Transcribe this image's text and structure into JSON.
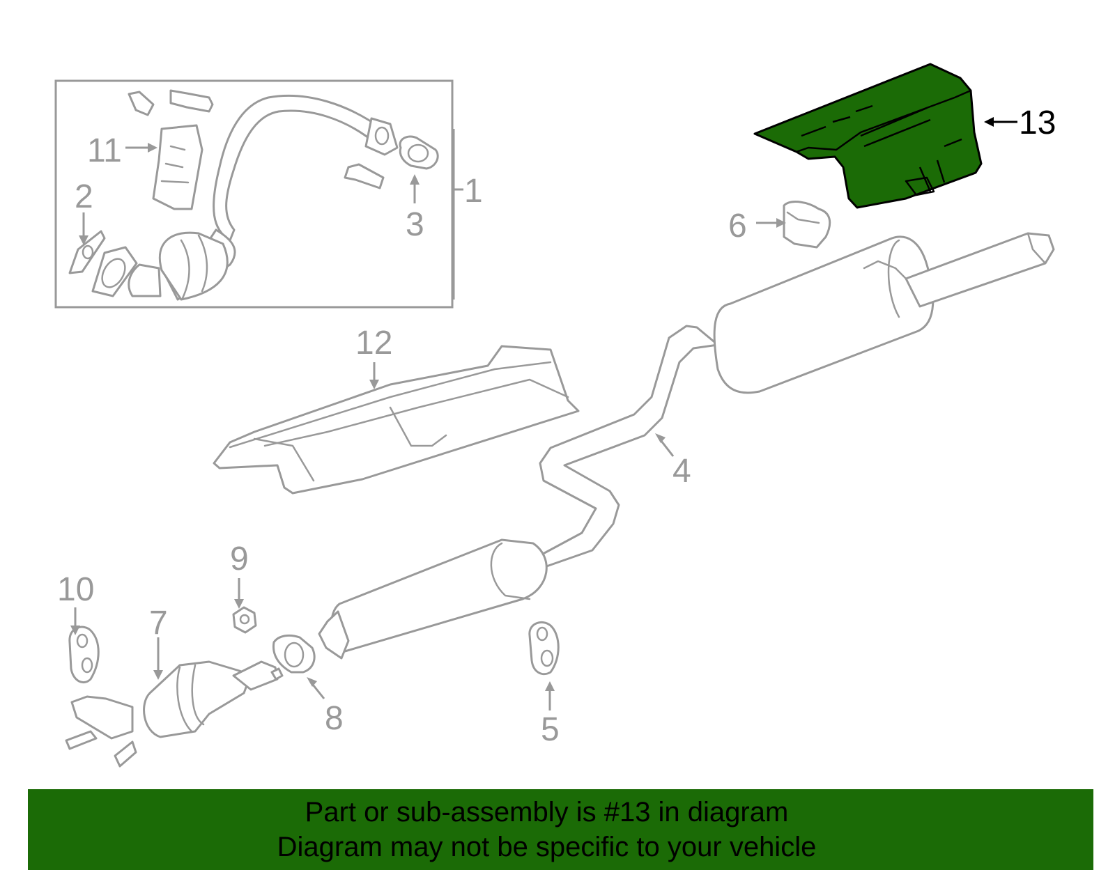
{
  "diagram": {
    "highlight_color": "#1b6b06",
    "outline_color": "#999999",
    "callouts": [
      {
        "id": "c1",
        "label": "1"
      },
      {
        "id": "c2",
        "label": "2"
      },
      {
        "id": "c3",
        "label": "3"
      },
      {
        "id": "c4",
        "label": "4"
      },
      {
        "id": "c5",
        "label": "5"
      },
      {
        "id": "c6",
        "label": "6"
      },
      {
        "id": "c7",
        "label": "7"
      },
      {
        "id": "c8",
        "label": "8"
      },
      {
        "id": "c9",
        "label": "9"
      },
      {
        "id": "c10",
        "label": "10"
      },
      {
        "id": "c11",
        "label": "11"
      },
      {
        "id": "c12",
        "label": "12"
      },
      {
        "id": "c13",
        "label": "13",
        "highlighted": true
      }
    ]
  },
  "banner": {
    "line1": "Part or sub-assembly is #13 in diagram",
    "line2": "Diagram may not be specific to your vehicle",
    "background": "#1b6b06"
  }
}
